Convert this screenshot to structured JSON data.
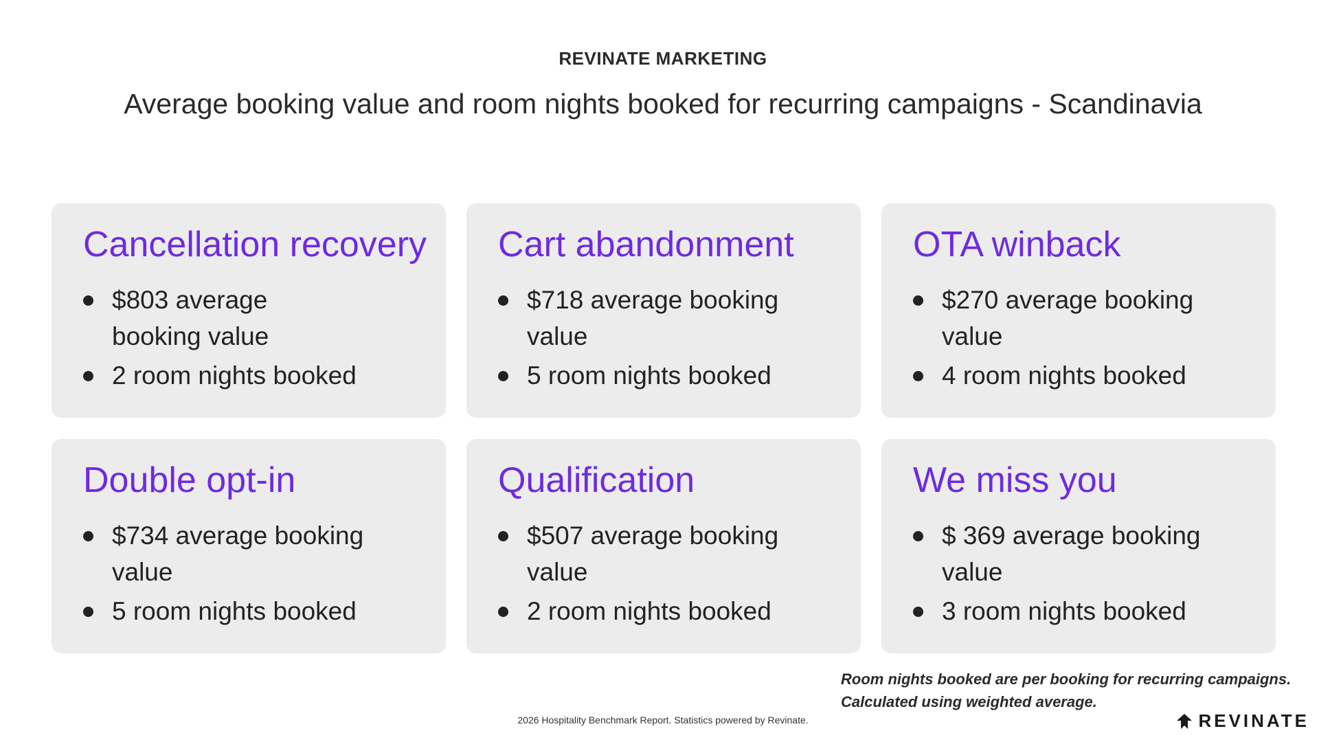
{
  "header": {
    "brand": "REVINATE MARKETING",
    "title": "Average booking value and room nights booked for recurring campaigns - Scandinavia"
  },
  "cards": [
    {
      "title": "Cancellation recovery",
      "booking_value": "$803 average booking value",
      "room_nights": "2 room nights booked"
    },
    {
      "title": "Cart abandonment",
      "booking_value": "$718 average booking value",
      "room_nights": "5 room nights booked"
    },
    {
      "title": "OTA winback",
      "booking_value": "$270 average booking value",
      "room_nights": "4 room nights booked"
    },
    {
      "title": "Double opt-in",
      "booking_value": "$734 average booking value",
      "room_nights": "5 room nights booked"
    },
    {
      "title": "Qualification",
      "booking_value": "$507 average booking value",
      "room_nights": "2 room nights booked"
    },
    {
      "title": "We miss you",
      "booking_value": "$ 369 average booking value",
      "room_nights": "3 room nights booked"
    }
  ],
  "note": {
    "line1": "Room nights booked are per booking for recurring campaigns.",
    "line2": "Calculated using weighted average."
  },
  "footer": {
    "text": "2026 Hospitality Benchmark Report. Statistics powered by Revinate."
  },
  "logo": {
    "icon": "revinate-logo-icon",
    "wordmark": "REVINATE"
  },
  "colors": {
    "accent": "#6d2be0",
    "card_background": "#ececec",
    "text": "#222222"
  }
}
